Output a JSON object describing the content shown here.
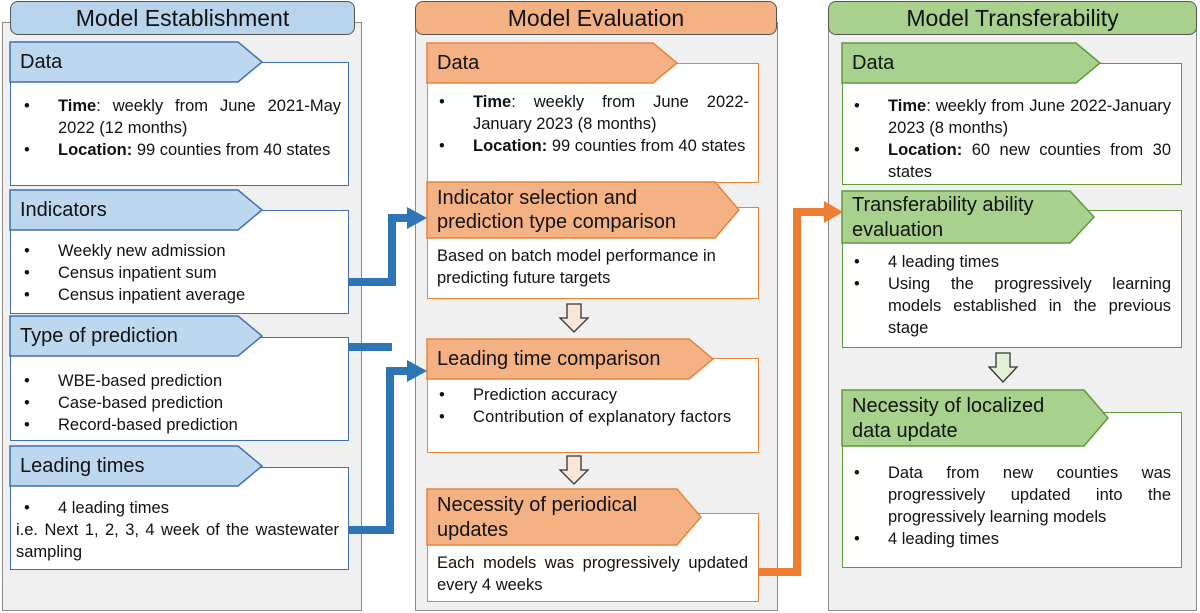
{
  "columns": {
    "establishment": {
      "title": "Model Establishment",
      "data": {
        "label": "Data",
        "time_bold": "Time",
        "time_text": ": weekly from June 2021-May 2022 (12 months)",
        "location_bold": "Location:",
        "location_text": " 99 counties from 40 states"
      },
      "indicators": {
        "label": "Indicators",
        "items": [
          "Weekly new admission",
          "Census inpatient sum",
          "Census inpatient average"
        ]
      },
      "prediction_type": {
        "label": "Type of prediction",
        "items": [
          "WBE-based prediction",
          "Case-based prediction",
          "Record-based prediction"
        ]
      },
      "leading_times": {
        "label": "Leading times",
        "item": "4 leading times",
        "note": "i.e. Next 1, 2, 3, 4 week of the wastewater sampling"
      }
    },
    "evaluation": {
      "title": "Model Evaluation",
      "data": {
        "label": "Data",
        "time_bold": "Time",
        "time_text": ": weekly from June 2022-January 2023 (8 months)",
        "location_bold": "Location:",
        "location_text": " 99 counties from 40 states"
      },
      "indicator_selection": {
        "label_line1": "Indicator selection and",
        "label_line2": "prediction type comparison",
        "text": "Based on batch model performance in predicting future targets"
      },
      "leading_time": {
        "label": "Leading time comparison",
        "items": [
          "Prediction accuracy",
          "Contribution of explanatory factors"
        ]
      },
      "periodical": {
        "label_line1": "Necessity of periodical",
        "label_line2": "updates",
        "text": "Each models was progressively updated every 4 weeks"
      }
    },
    "transferability": {
      "title": "Model Transferability",
      "data": {
        "label": "Data",
        "time_bold": "Time",
        "time_text": ": weekly from June 2022-January 2023 (8 months)",
        "location_bold": "Location:",
        "location_text": " 60 new counties from 30 states"
      },
      "ability": {
        "label_line1": "Transferability ability",
        "label_line2": "evaluation",
        "items": [
          "4 leading times",
          "Using the progressively learning models established in the previous stage"
        ]
      },
      "localized": {
        "label_line1": "Necessity of localized",
        "label_line2": "data update",
        "items": [
          "Data from new counties was progressively updated into the progressively learning models",
          "4 leading times"
        ]
      }
    }
  },
  "colors": {
    "blue_tag": "#bdd7ee",
    "blue_border": "#3f6fb0",
    "blue_arrow": "#2e75b6",
    "orange_tag": "#f4b183",
    "orange_border": "#e6843b",
    "orange_arrow": "#ed7d31",
    "green_tag": "#a9d18e",
    "green_border": "#5e9a3a"
  }
}
